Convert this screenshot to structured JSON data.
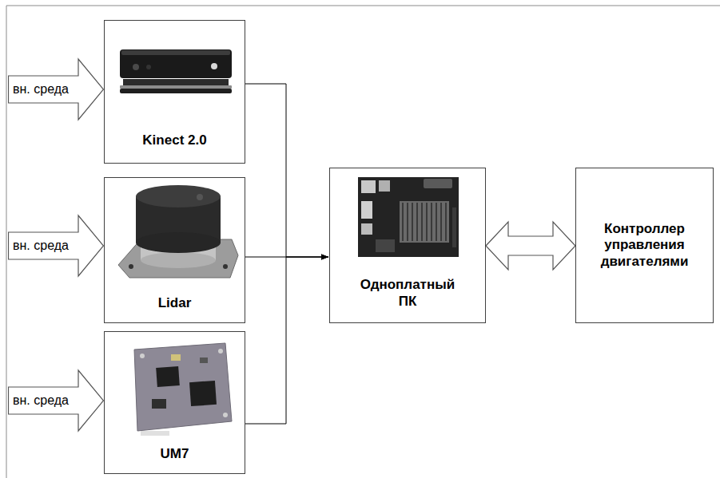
{
  "diagram": {
    "nodes": [
      {
        "text": [
          "вн. среда"
        ]
      },
      {
        "text": [
          "Kinect 2.0"
        ]
      },
      {
        "text": [
          "вн. среда"
        ]
      },
      {
        "text": [
          "Lidar"
        ]
      },
      {
        "text": [
          "вн. среда"
        ]
      },
      {
        "text": [
          "UM7"
        ]
      },
      {
        "text": [
          "Одноплатный ПК"
        ]
      },
      {
        "text": [
          "Контроллер управления двигателями"
        ]
      }
    ],
    "edges": [
      {
        "from": 1,
        "to": 6,
        "arrow": "to"
      },
      {
        "from": 3,
        "to": 6,
        "arrow": "to"
      },
      {
        "from": 5,
        "to": 6,
        "arrow": "to"
      },
      {
        "from": 6,
        "to": 7,
        "arrow": "both"
      }
    ]
  }
}
